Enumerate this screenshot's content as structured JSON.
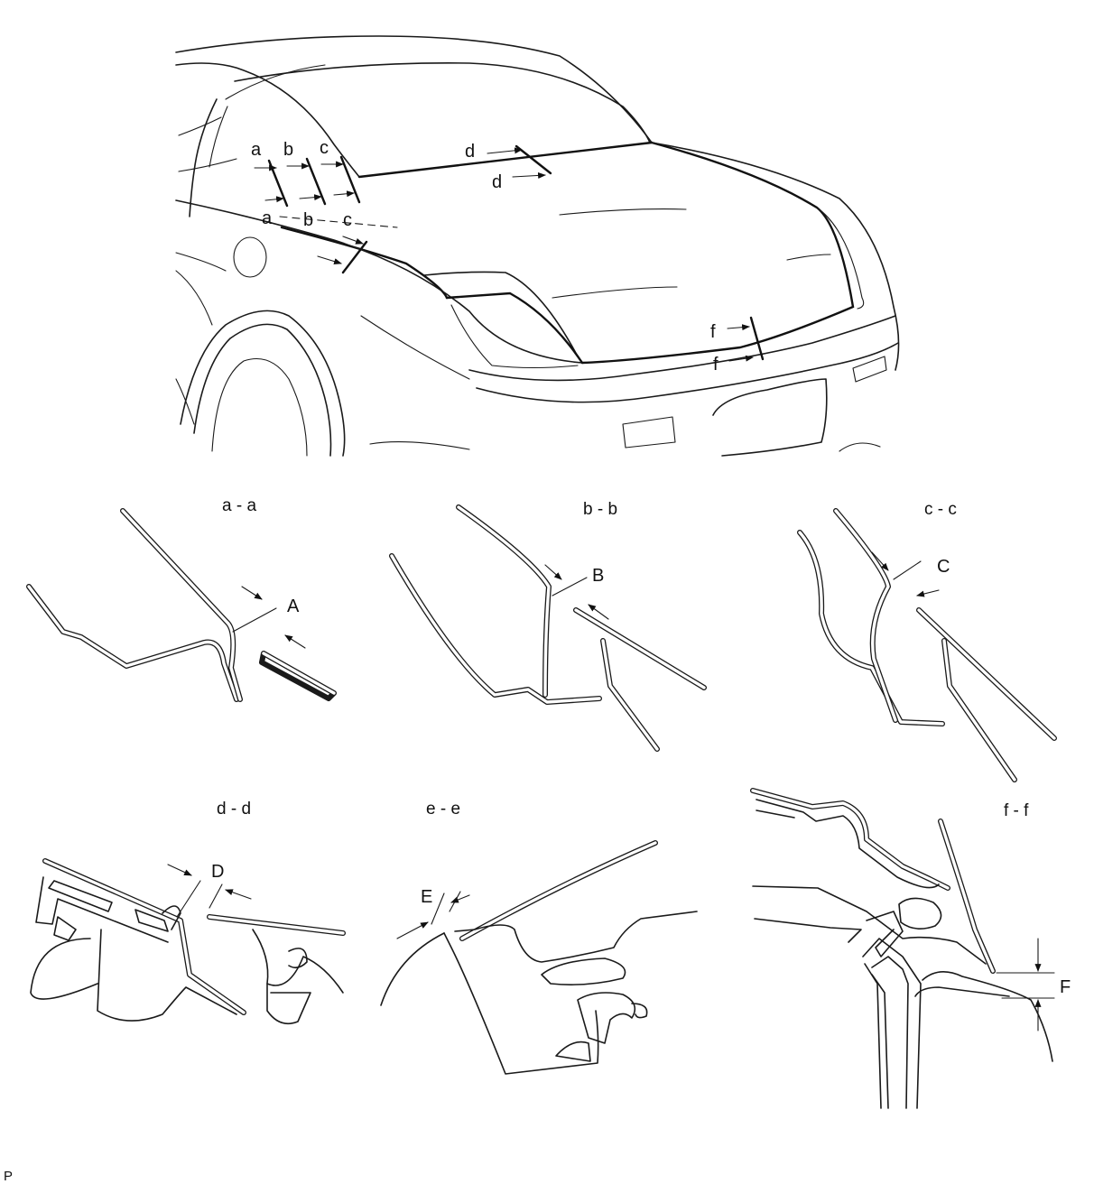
{
  "overview": {
    "markers": [
      "a",
      "b",
      "c",
      "a",
      "b",
      "c",
      "d",
      "d",
      "f",
      "f"
    ]
  },
  "sections": [
    {
      "caption": "a - a",
      "dimension": "A"
    },
    {
      "caption": "b - b",
      "dimension": "B"
    },
    {
      "caption": "c - c",
      "dimension": "C"
    },
    {
      "caption": "d - d",
      "dimension": "D"
    },
    {
      "caption": "e - e",
      "dimension": "E"
    },
    {
      "caption": "f - f",
      "dimension": "F"
    }
  ],
  "footer": {
    "code": "P"
  }
}
